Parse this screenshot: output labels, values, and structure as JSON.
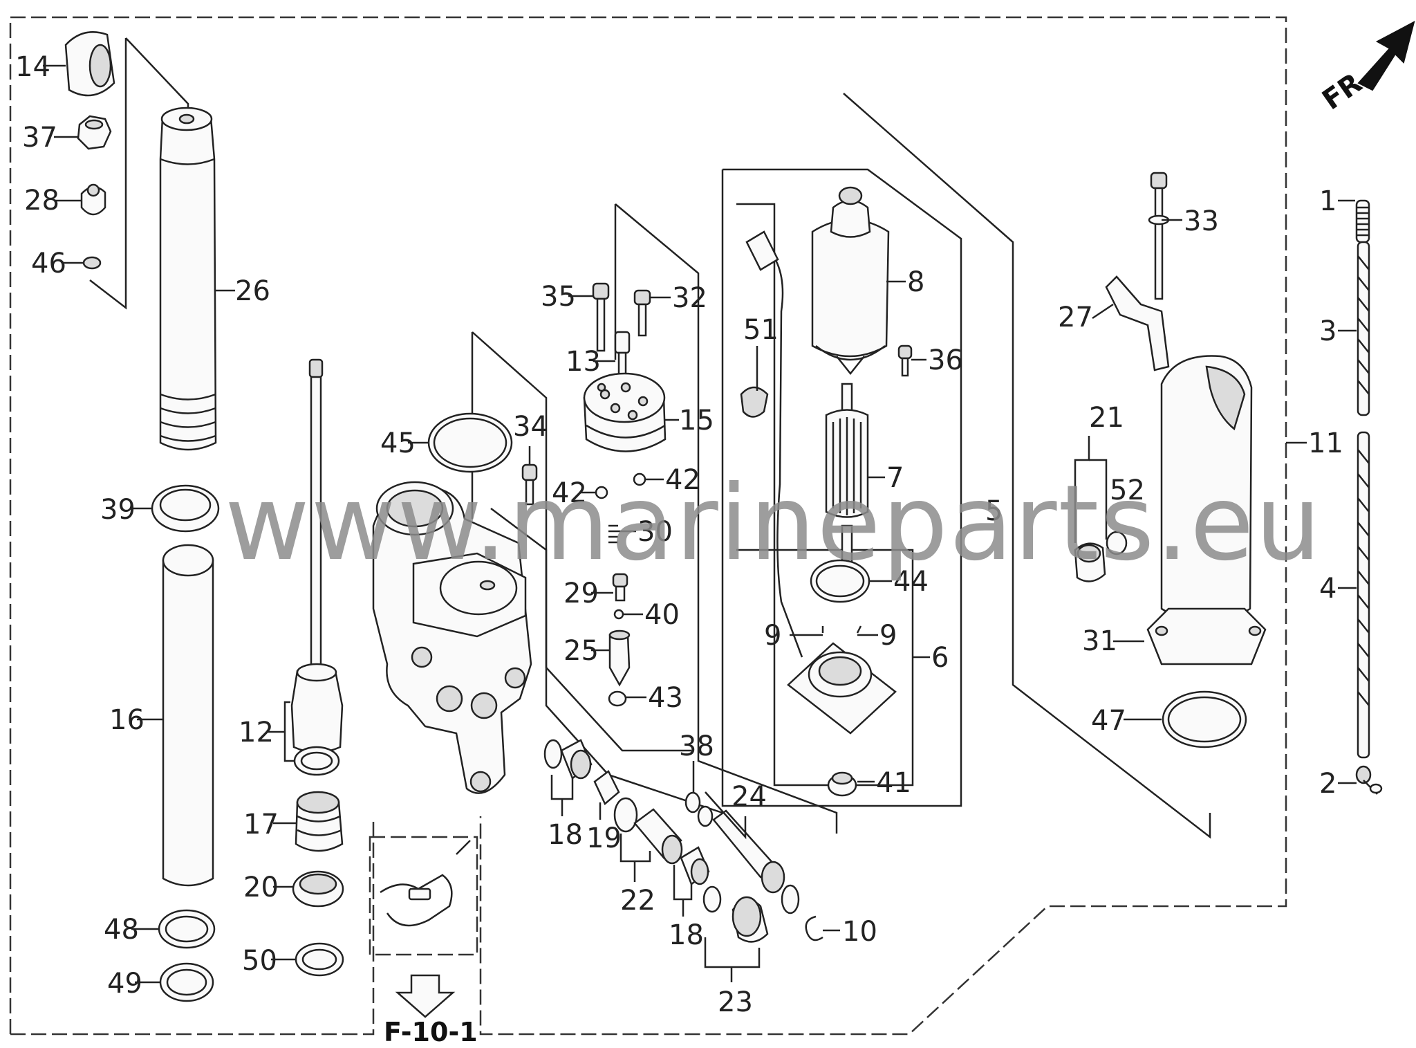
{
  "watermark": "www.marineparts.eu",
  "direction_label": "FR.",
  "section_ref": "F-10-1",
  "labels": {
    "p14": "14",
    "p37": "37",
    "p28": "28",
    "p46": "46",
    "p26": "26",
    "p39": "39",
    "p16": "16",
    "p48": "48",
    "p49": "49",
    "p12": "12",
    "p17": "17",
    "p20": "20",
    "p50": "50",
    "p45": "45",
    "p34": "34",
    "p35": "35",
    "p32": "32",
    "p13": "13",
    "p15": "15",
    "p42a": "42",
    "p42b": "42",
    "p30": "30",
    "p29": "29",
    "p40": "40",
    "p25": "25",
    "p43": "43",
    "p18a": "18",
    "p19": "19",
    "p22": "22",
    "p18b": "18",
    "p38": "38",
    "p24": "24",
    "p23": "23",
    "p10": "10",
    "p51": "51",
    "p8": "8",
    "p36": "36",
    "p7": "7",
    "p5": "5",
    "p44": "44",
    "p9a": "9",
    "p9b": "9",
    "p6": "6",
    "p41": "41",
    "p33": "33",
    "p27": "27",
    "p21": "21",
    "p52": "52",
    "p31": "31",
    "p47": "47",
    "p11": "11",
    "p1": "1",
    "p3": "3",
    "p4": "4",
    "p2": "2"
  }
}
